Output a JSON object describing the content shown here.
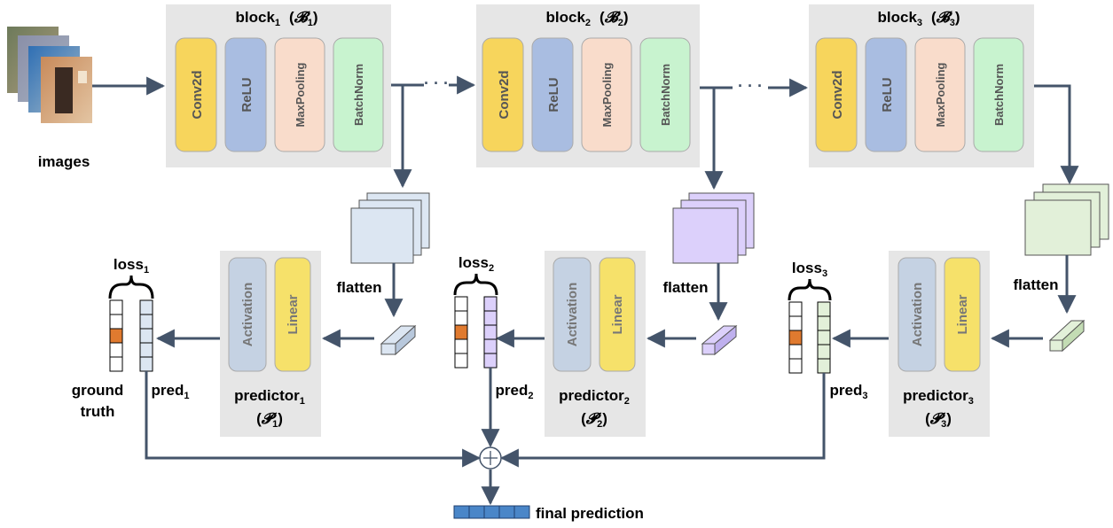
{
  "input_label": "images",
  "blocks": [
    {
      "name": "block",
      "sub": "1",
      "symbol": "𝓑",
      "symbol_sub": "1"
    },
    {
      "name": "block",
      "sub": "2",
      "symbol": "𝓑",
      "symbol_sub": "2"
    },
    {
      "name": "block",
      "sub": "3",
      "symbol": "𝓑",
      "symbol_sub": "3"
    }
  ],
  "block_layers": [
    {
      "label": "Conv2d",
      "color": "#f7d55c"
    },
    {
      "label": "ReLU",
      "color": "#a9bde1"
    },
    {
      "label": "MaxPooling",
      "color": "#f9dccb"
    },
    {
      "label": "BatchNorm",
      "color": "#c8f3cf"
    }
  ],
  "predictors": [
    {
      "name": "predictor",
      "sub": "1",
      "symbol": "𝓟",
      "symbol_sub": "1"
    },
    {
      "name": "predictor",
      "sub": "2",
      "symbol": "𝓟",
      "symbol_sub": "2"
    },
    {
      "name": "predictor",
      "sub": "3",
      "symbol": "𝓟",
      "symbol_sub": "3"
    }
  ],
  "predictor_layers": [
    {
      "label": "Activation",
      "color": "#c5d2e3"
    },
    {
      "label": "Linear",
      "color": "#f6e16a"
    }
  ],
  "flatten_label": "flatten",
  "losses": [
    {
      "name": "loss",
      "sub": "1"
    },
    {
      "name": "loss",
      "sub": "2"
    },
    {
      "name": "loss",
      "sub": "3"
    }
  ],
  "preds": [
    {
      "name": "pred",
      "sub": "1"
    },
    {
      "name": "pred",
      "sub": "2"
    },
    {
      "name": "pred",
      "sub": "3"
    }
  ],
  "ground_truth_lines": [
    "ground",
    "truth"
  ],
  "final_label": "final prediction",
  "ellipsis": "· · ·",
  "colors": {
    "block_bg": "#e6e6e6",
    "arrow": "#44546a",
    "feature_1": "#dce6f2",
    "feature_2": "#dcd0fb",
    "feature_3": "#e2f0d9",
    "flat_1": "#dce6f2",
    "flat_2": "#dcd0fb",
    "flat_3": "#e2f0d9",
    "truth_cell": "#e07a2f",
    "final_cell": "#4a86c8"
  }
}
